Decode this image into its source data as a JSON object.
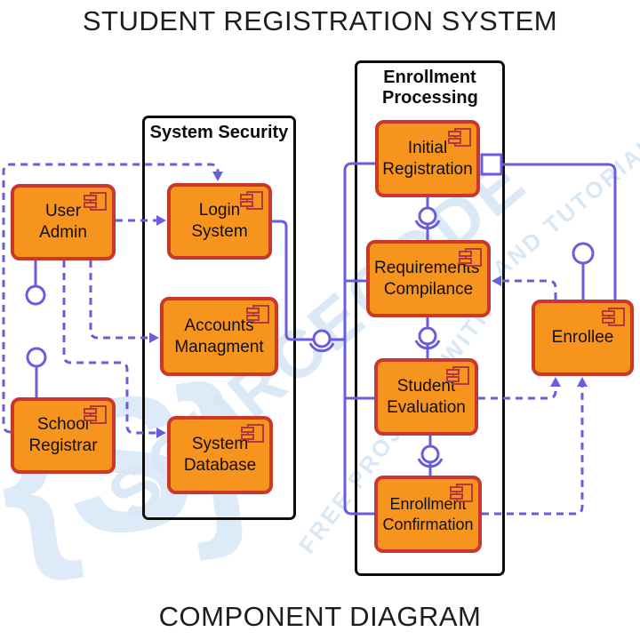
{
  "page": {
    "title_top": "STUDENT REGISTRATION SYSTEM",
    "title_bottom": "COMPONENT DIAGRAM"
  },
  "colors": {
    "background": "#FFFFFF",
    "component_fill": "#F7941E",
    "component_border": "#C8392C",
    "component_icon": "#B2383F",
    "connector_purple": "#6A5CDE",
    "frame_border": "#0E0E0E",
    "text": "#151515",
    "watermark_blue": "#D8E7F6"
  },
  "frames": [
    {
      "id": "system-security",
      "title": "System Security"
    },
    {
      "id": "enrollment-processing",
      "title": "Enrollment Processing"
    }
  ],
  "components": [
    {
      "id": "user-admin",
      "label": "User Admin",
      "lines": [
        "User",
        "Admin"
      ]
    },
    {
      "id": "school-registrar",
      "label": "School Registrar",
      "lines": [
        "School",
        "Registrar"
      ]
    },
    {
      "id": "login-system",
      "label": "Login System",
      "lines": [
        "Login",
        "System"
      ]
    },
    {
      "id": "accounts-managment",
      "label": "Accounts Managment",
      "lines": [
        "Accounts",
        "Managment"
      ]
    },
    {
      "id": "system-database",
      "label": "System Database",
      "lines": [
        "System",
        "Database"
      ]
    },
    {
      "id": "initial-registration",
      "label": "Initial Registration",
      "lines": [
        "Initial",
        "Registration"
      ]
    },
    {
      "id": "requirements-compilance",
      "label": "Requirements' Compilance",
      "lines": [
        "Requirements'",
        "Compilance"
      ]
    },
    {
      "id": "student-evaluation",
      "label": "Student Evaluation",
      "lines": [
        "Student",
        "Evaluation"
      ]
    },
    {
      "id": "enrollment-confirmation",
      "label": "Enrollment Confirmation",
      "lines": [
        "Enrollment",
        "Confirmation"
      ]
    },
    {
      "id": "enrollee",
      "label": "Enrollee",
      "lines": [
        "Enrollee"
      ]
    }
  ],
  "relationships": [
    "school-registrar ..> login-system (dashed dependency)",
    "user-admin ..> login-system (dashed dependency)",
    "user-admin ..> accounts-managment (dashed dependency)",
    "user-admin ..> system-database (dashed dependency)",
    "user-admin --o provided-interface (lollipop below)",
    "school-registrar --o provided-interface (lollipop above)",
    "login-system --o)-- enrollment-processing bus (ball-and-socket)",
    "initial-registration --o)-- requirements-compilance (ball-and-socket)",
    "requirements-compilance --o)-- student-evaluation (ball-and-socket)",
    "student-evaluation --o)-- enrollment-confirmation (ball-and-socket)",
    "initial-registration --[port]-- enrollee (solid line via square port)",
    "enrollee --o provided-interface (lollipop above)",
    "enrollee ..> requirements-compilance (dashed dependency)",
    "student-evaluation ..> enrollee (dashed dependency)",
    "enrollment-confirmation ..> enrollee (dashed dependency)"
  ],
  "watermark": {
    "logo": "{S}",
    "line_big": "SOURCECODE",
    "line_small1": "FREE PROJECTS WITH",
    "line_small2": "AND TUTORIALS"
  }
}
